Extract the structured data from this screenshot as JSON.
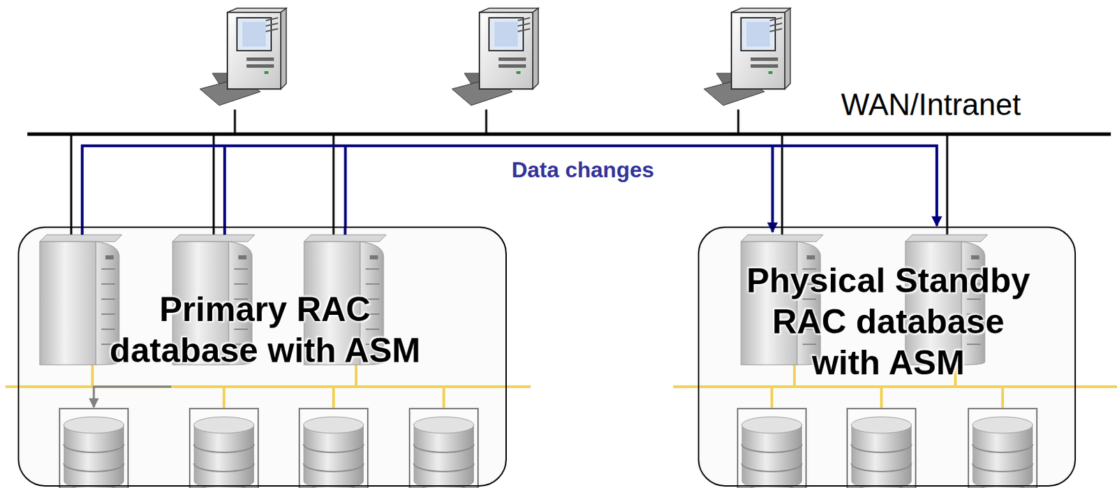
{
  "diagram": {
    "nodes": [
      {
        "text": [
          "Primary RAC database with ASM"
        ]
      },
      {
        "text": [
          "Physical Standby RAC database with ASM"
        ]
      }
    ],
    "edges": [
      {
        "from": 0,
        "to": 1,
        "arrow": "to",
        "label": "Data changes"
      }
    ],
    "labels": [
      "WAN/Intranet"
    ]
  }
}
